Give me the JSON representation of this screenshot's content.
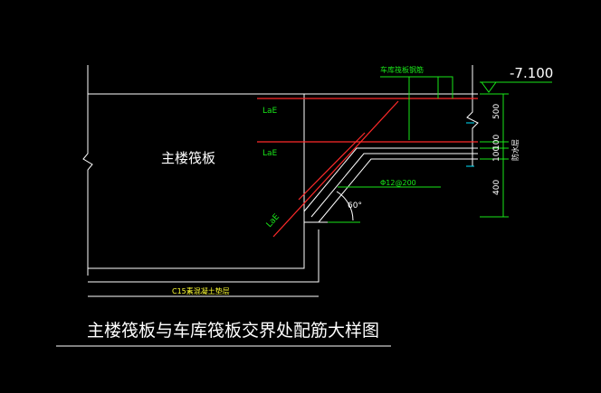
{
  "drawing": {
    "title": "主楼筏板与车库筏板交界处配筋大样图",
    "slab_label": "主楼筏板",
    "elevation_label": "-7.100",
    "top_note": "车库筏板钢筋",
    "rebar_spec": "Φ12@200",
    "angle_label": "60°",
    "anchorage_upper": "LaE",
    "anchorage_lower": "LaE",
    "anchorage_diagonal": "LaE",
    "bedding_note": "C15素混凝土垫层",
    "dim_500": "500",
    "dim_100a": "100",
    "dim_100b": "100",
    "dim_400": "400",
    "side_note": "防水层"
  },
  "colors": {
    "background": "#000000",
    "white": "#ffffff",
    "red": "#ff2a2a",
    "green": "#19e619",
    "cyan": "#00e5ff",
    "yellow": "#ffff33",
    "gray": "#bfbfbf"
  }
}
